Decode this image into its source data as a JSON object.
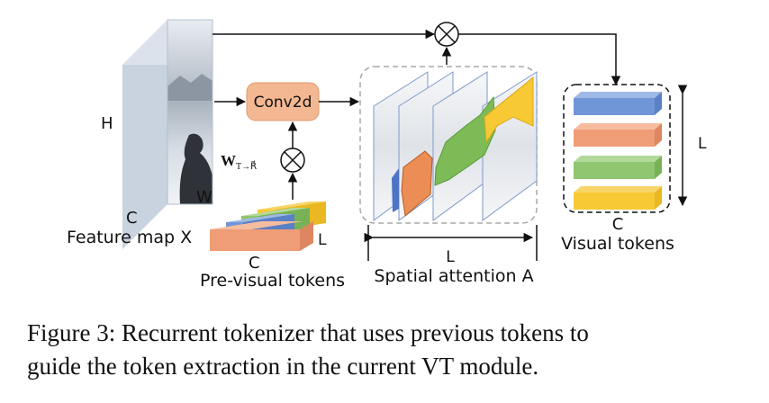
{
  "labels": {
    "h": "H",
    "w": "W",
    "c_feature": "C",
    "feature_map": "Feature map X",
    "conv": "Conv2d",
    "weight_base": "W",
    "weight_sub": "T→R⃗",
    "c_pre": "C",
    "l_pre": "L",
    "pre_visual": "Pre-visual tokens",
    "l_spatial": "L",
    "spatial_attention": "Spatial attention A",
    "l_visual": "L",
    "c_visual": "C",
    "visual_tokens": "Visual tokens",
    "mult": "⊗"
  },
  "token_colors": {
    "blue": "#7196d8",
    "orange": "#ef9d76",
    "green": "#8fc66f",
    "yellow": "#f7c935"
  },
  "caption": {
    "line1": "Figure 3: Recurrent tokenizer that uses previous tokens to",
    "line2": "guide the token extraction in the current VT module."
  }
}
